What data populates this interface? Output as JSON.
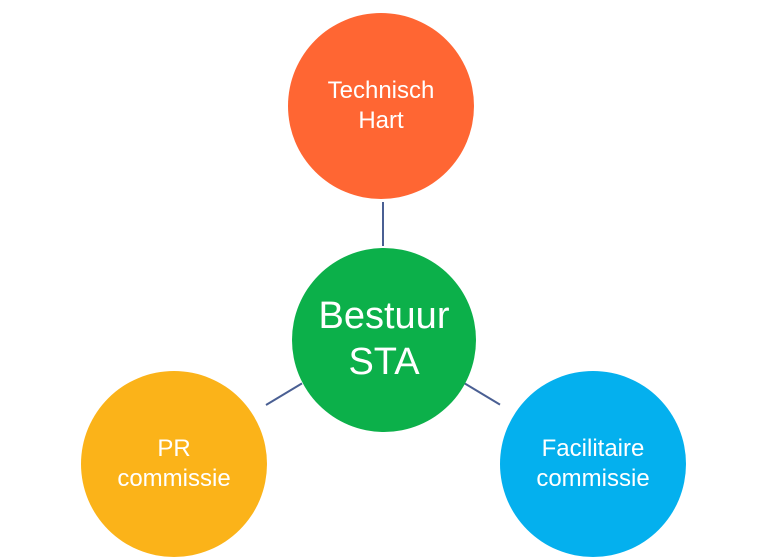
{
  "diagram": {
    "center": {
      "lines": [
        "Bestuur",
        "STA"
      ],
      "color": "#0cb04a"
    },
    "top": {
      "lines": [
        "Technisch",
        "Hart"
      ],
      "color": "#ff6633"
    },
    "left": {
      "lines": [
        "PR",
        "commissie"
      ],
      "color": "#fbb319"
    },
    "right": {
      "lines": [
        "Facilitaire",
        "commissie"
      ],
      "color": "#04b0ee"
    },
    "connector_color": "#4a5f93"
  }
}
